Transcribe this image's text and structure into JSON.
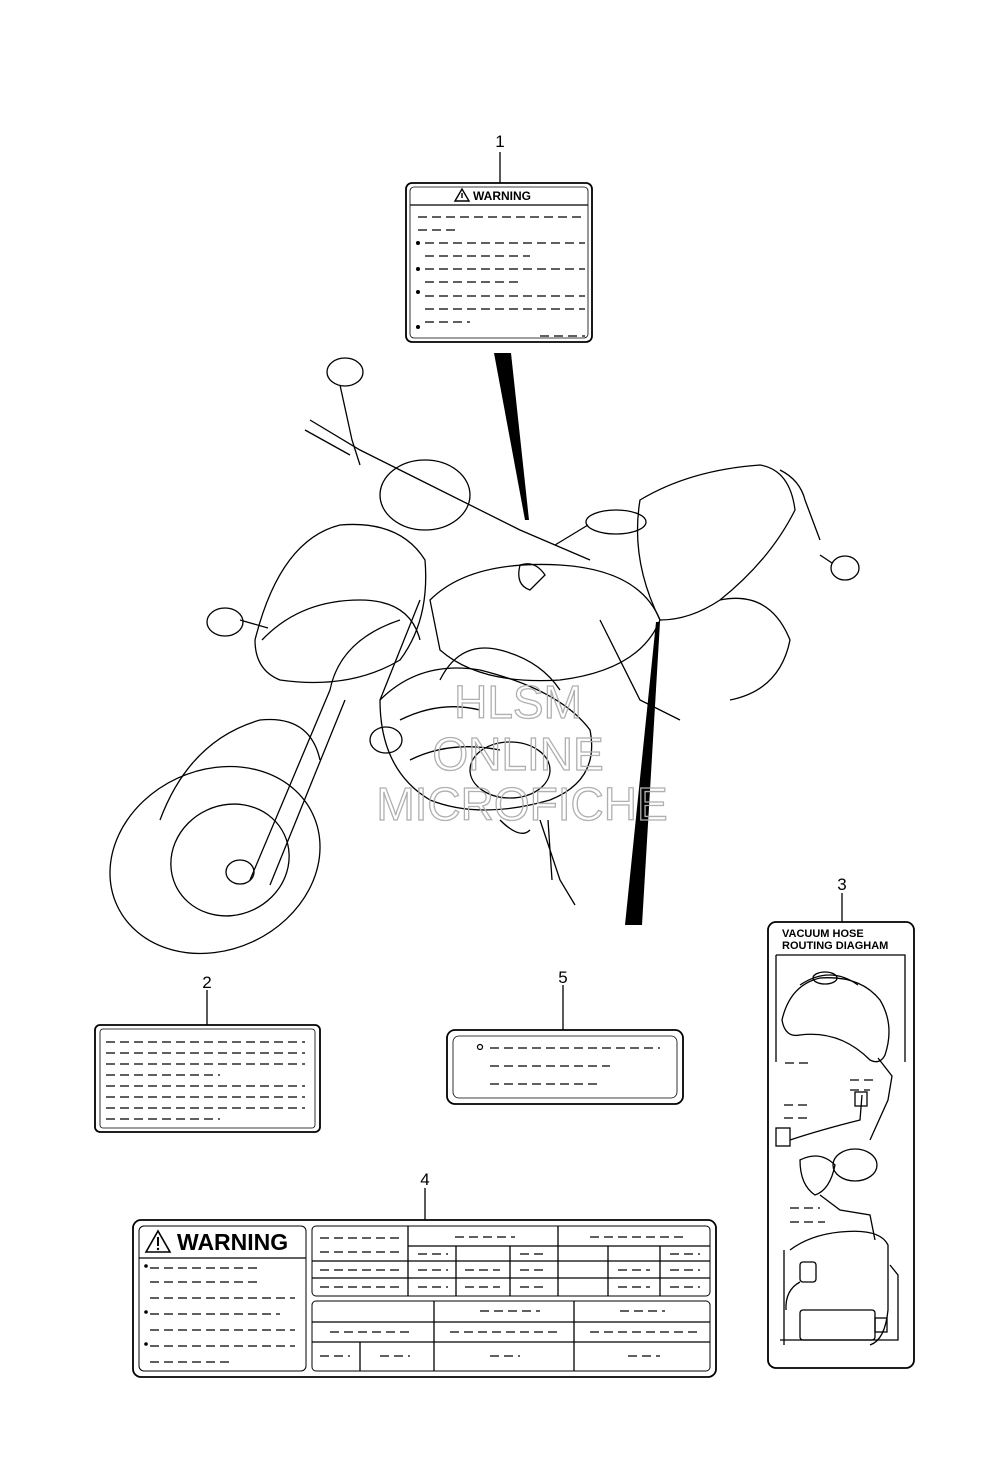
{
  "callouts": [
    "1",
    "2",
    "3",
    "4",
    "5"
  ],
  "label1": {
    "heading": "WARNING",
    "icon": "warning-triangle-icon"
  },
  "label3": {
    "title_line1": "VACUUM HOSE",
    "title_line2": "ROUTING DIAGHAM"
  },
  "label4": {
    "heading": "WARNING",
    "icon": "warning-triangle-icon"
  },
  "watermark": [
    "HLSM",
    "ONLINE",
    "MICROFICHE"
  ]
}
